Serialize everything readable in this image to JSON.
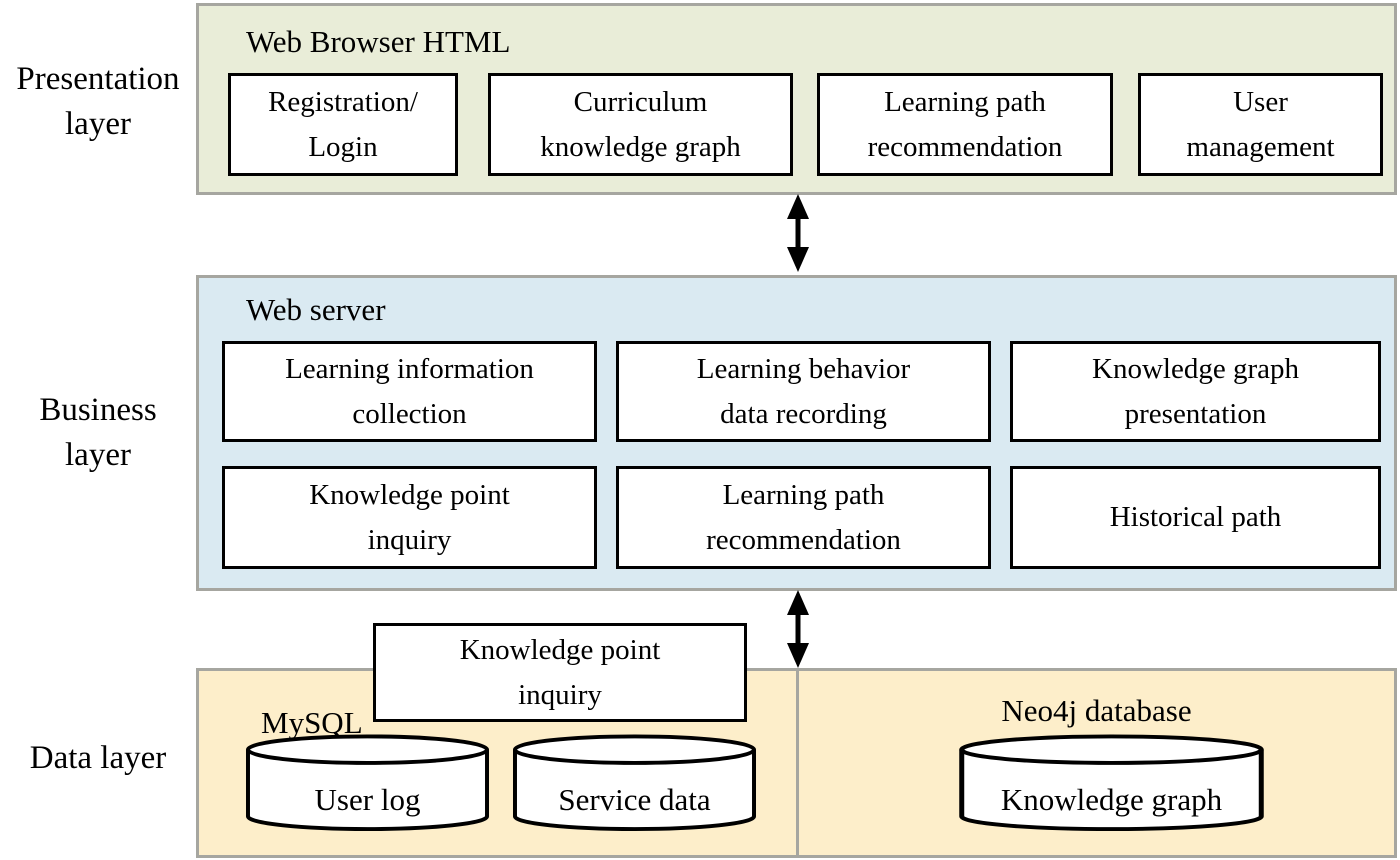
{
  "labels": {
    "presentation": "Presentation\nlayer",
    "business": "Business\nlayer",
    "data": "Data layer"
  },
  "presentation": {
    "title": "Web Browser HTML",
    "boxes": [
      {
        "label": "Registration/\nLogin"
      },
      {
        "label": "Curriculum\nknowledge graph"
      },
      {
        "label": "Learning path\nrecommendation"
      },
      {
        "label": "User\nmanagement"
      }
    ]
  },
  "business": {
    "title": "Web server",
    "boxes": [
      {
        "label": "Learning information\ncollection"
      },
      {
        "label": "Learning behavior\ndata recording"
      },
      {
        "label": "Knowledge graph\npresentation"
      },
      {
        "label": "Knowledge point\ninquiry"
      },
      {
        "label": "Learning path\nrecommendation"
      },
      {
        "label": "Historical path"
      }
    ]
  },
  "data_layer": {
    "mysql": {
      "title": "MySQL",
      "cylinders": [
        {
          "label": "User log"
        },
        {
          "label": "Service data"
        }
      ]
    },
    "neo4j": {
      "title": "Neo4j database",
      "cylinders": [
        {
          "label": "Knowledge graph"
        }
      ]
    }
  },
  "overlay": {
    "label": "Knowledge point\ninquiry"
  },
  "colors": {
    "presentation_bg": "#e9edd8",
    "business_bg": "#daeaf2",
    "data_bg": "#fdeeca",
    "panel_border": "#a6a6a0",
    "box_border": "#000000",
    "box_bg": "#ffffff",
    "arrow": "#000000"
  }
}
